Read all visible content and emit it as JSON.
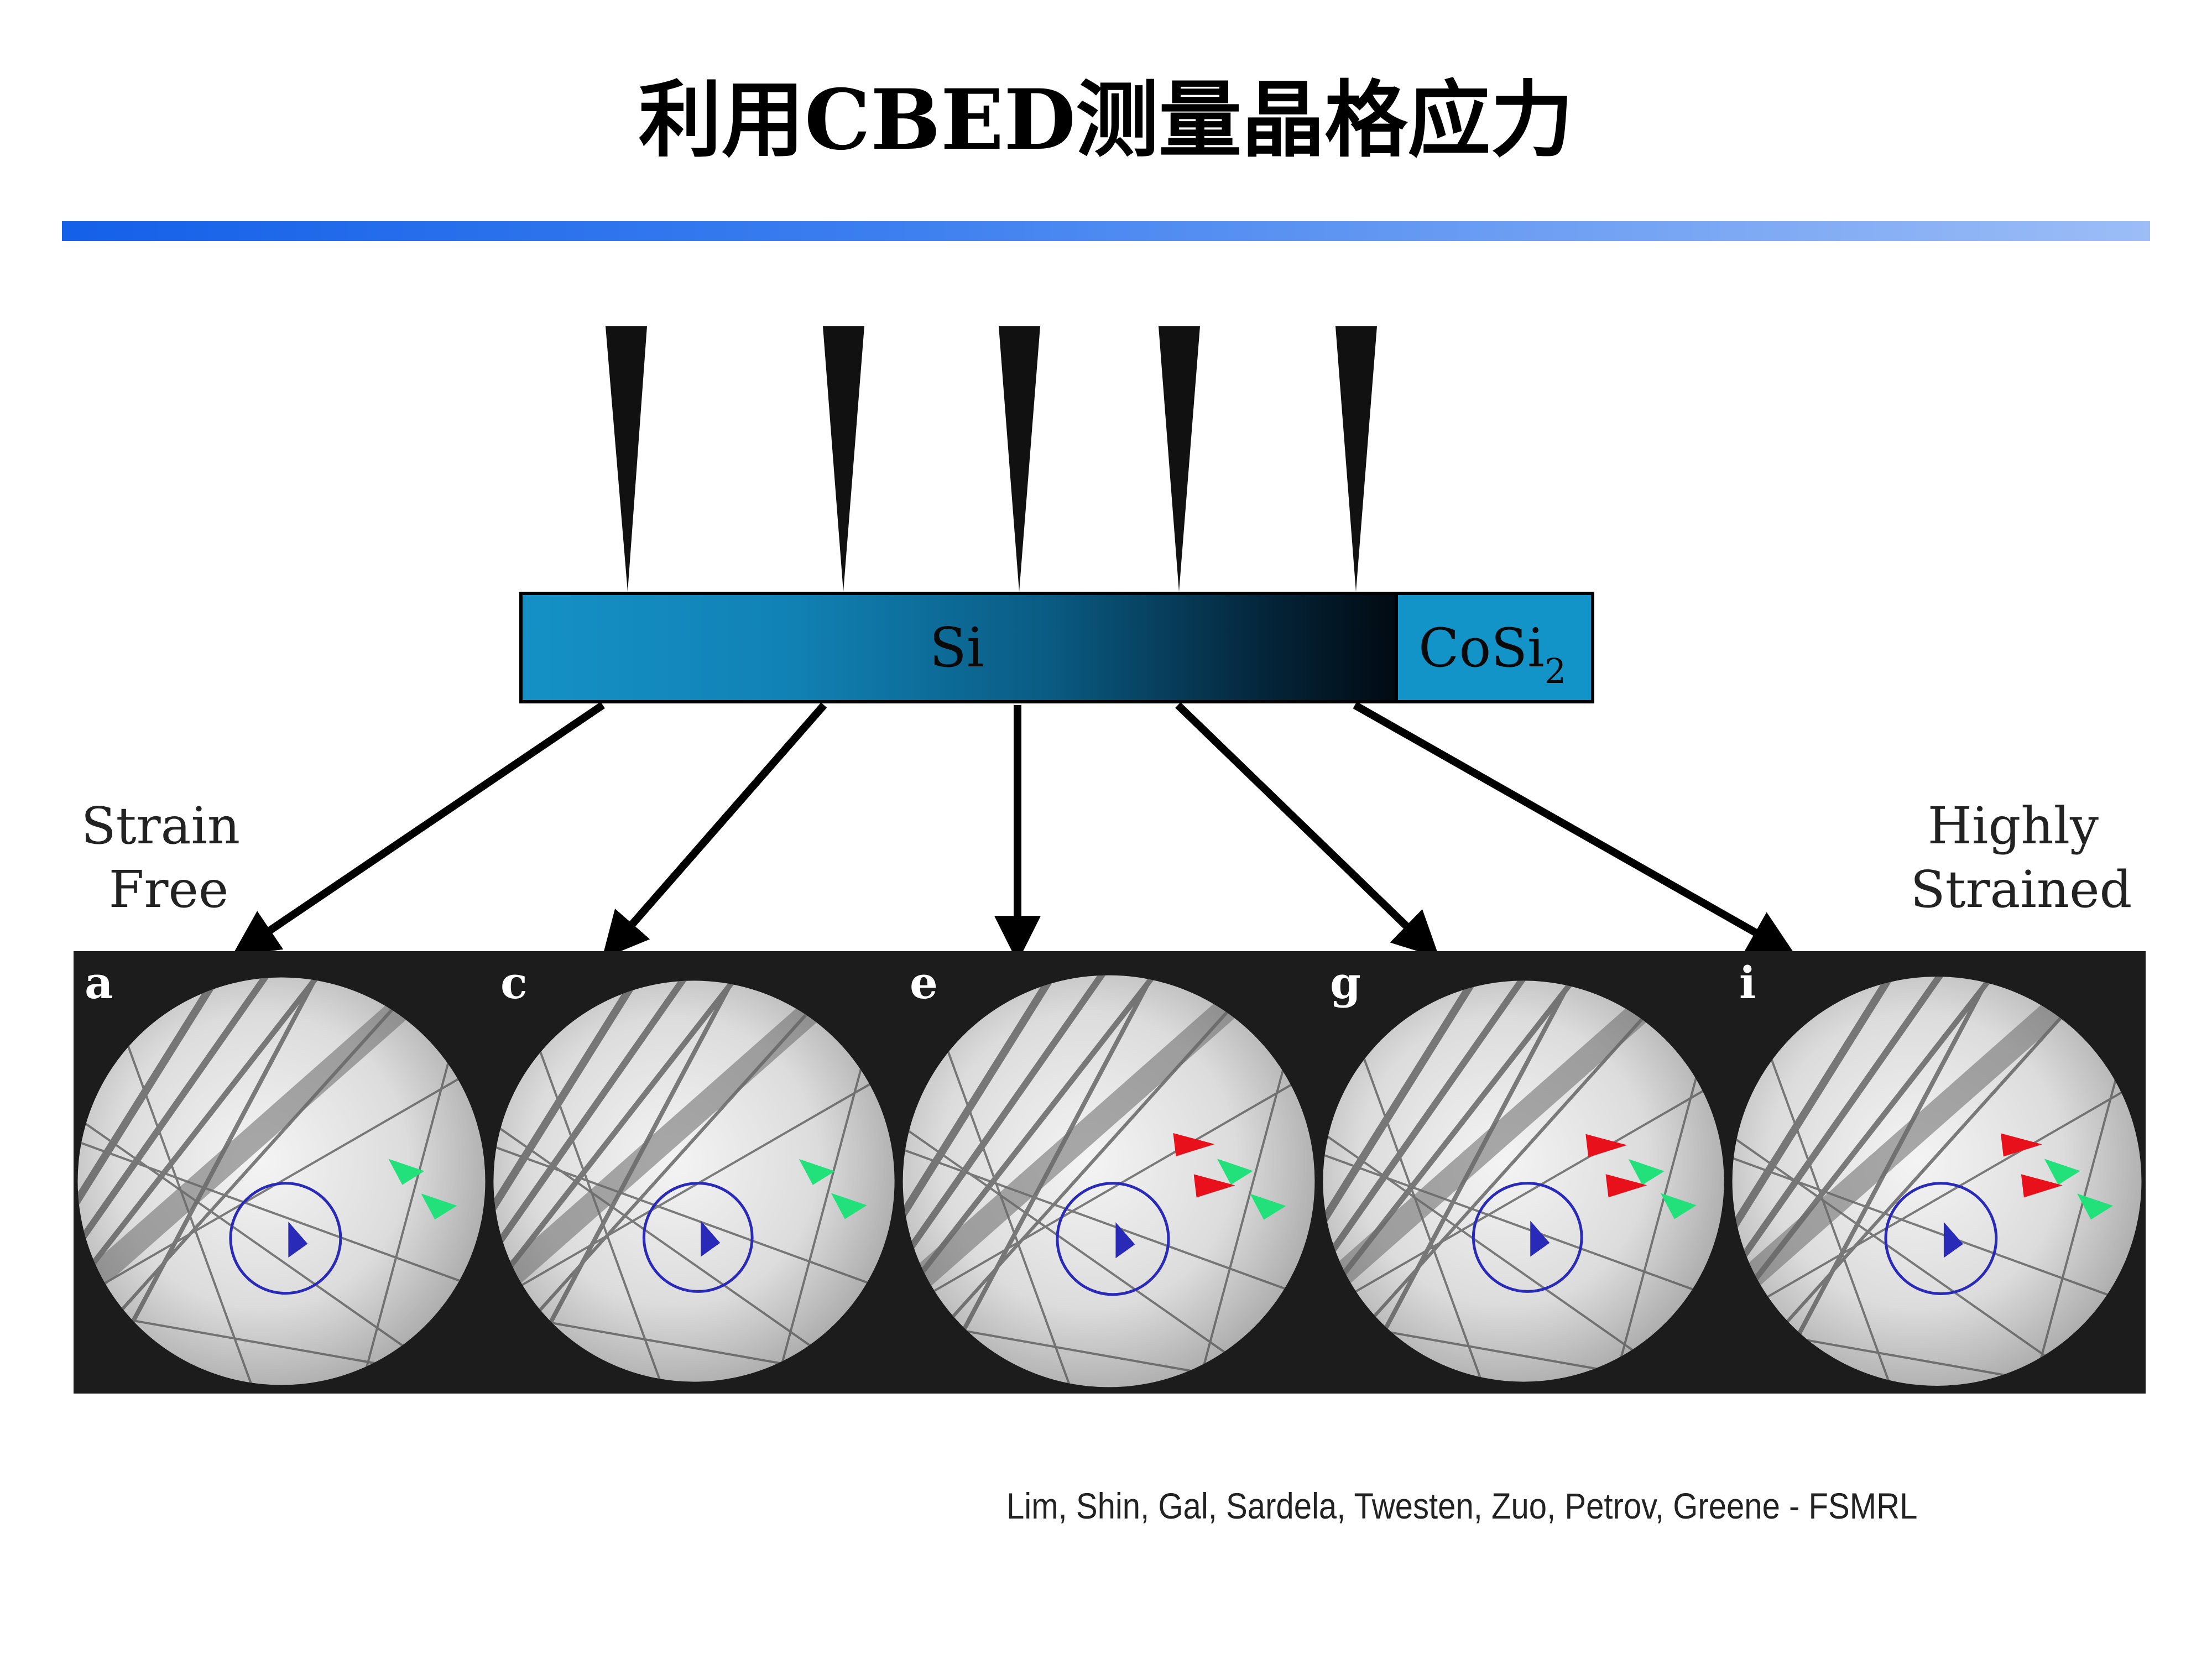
{
  "title": "利用CBED测量晶格应力",
  "bar": {
    "si_label": "Si",
    "cosi2_label": "CoSi",
    "cosi2_subscript": "2"
  },
  "left_label": [
    "Strain",
    "Free"
  ],
  "right_label": [
    "Highly",
    "Strained"
  ],
  "panels": [
    {
      "letter": "a"
    },
    {
      "letter": "c"
    },
    {
      "letter": "e"
    },
    {
      "letter": "g"
    },
    {
      "letter": "i"
    }
  ],
  "citation": "Lim, Shin, Gal, Sardela, Twesten, Zuo, Petrov, Greene - FSMRL",
  "colors": {
    "title_rule_start": "#1460e8",
    "title_rule_end": "#9cbdf6",
    "si_bar": "#1591c6",
    "si_bar_dark": "#02111c",
    "cosi2": "#1394c9",
    "marker_green": "#22e07a",
    "marker_red": "#e8101a",
    "marker_blue": "#2a2ab8"
  }
}
